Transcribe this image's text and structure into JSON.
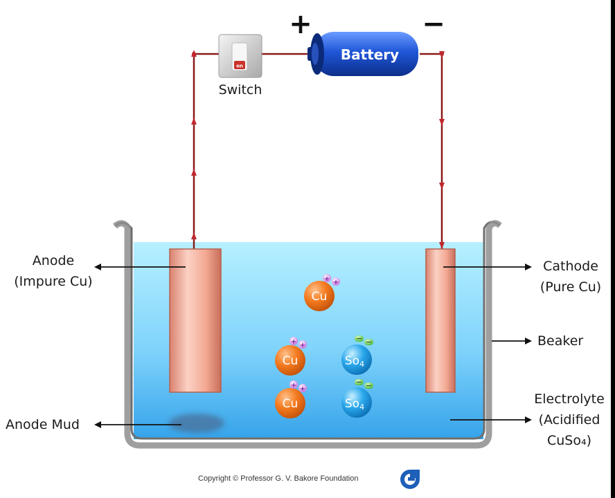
{
  "battery": {
    "label": "Battery",
    "positive_sign": "+",
    "negative_sign": "−"
  },
  "switch": {
    "label": "Switch",
    "state_text": "on"
  },
  "anode": {
    "line1": "Anode",
    "line2": "(Impure Cu)"
  },
  "cathode": {
    "line1": "Cathode",
    "line2": "(Pure Cu)"
  },
  "beaker": {
    "label": "Beaker"
  },
  "electrolyte": {
    "line1": "Electrolyte",
    "line2": "(Acidified",
    "line3": "CuSo₄)"
  },
  "anode_mud": {
    "label": "Anode Mud"
  },
  "ions": {
    "cu": "Cu",
    "so4_text": "So",
    "so4_sub": "4",
    "cu_charge": "+",
    "so4_charge": "−"
  },
  "copyright": {
    "text": "Copyright © Professor G. V. Bakore Foundation",
    "logo": "G"
  },
  "colors": {
    "wire": "#8b1a1a",
    "electrolyte_top": "#a6ecff",
    "electrolyte_bottom": "#2c9fe6",
    "electrode": "#f2a48f",
    "cu_ion": "#f47a1e",
    "so4_ion": "#28a8e8",
    "battery": "#1e56d6",
    "beaker": "#8e8e8e"
  }
}
